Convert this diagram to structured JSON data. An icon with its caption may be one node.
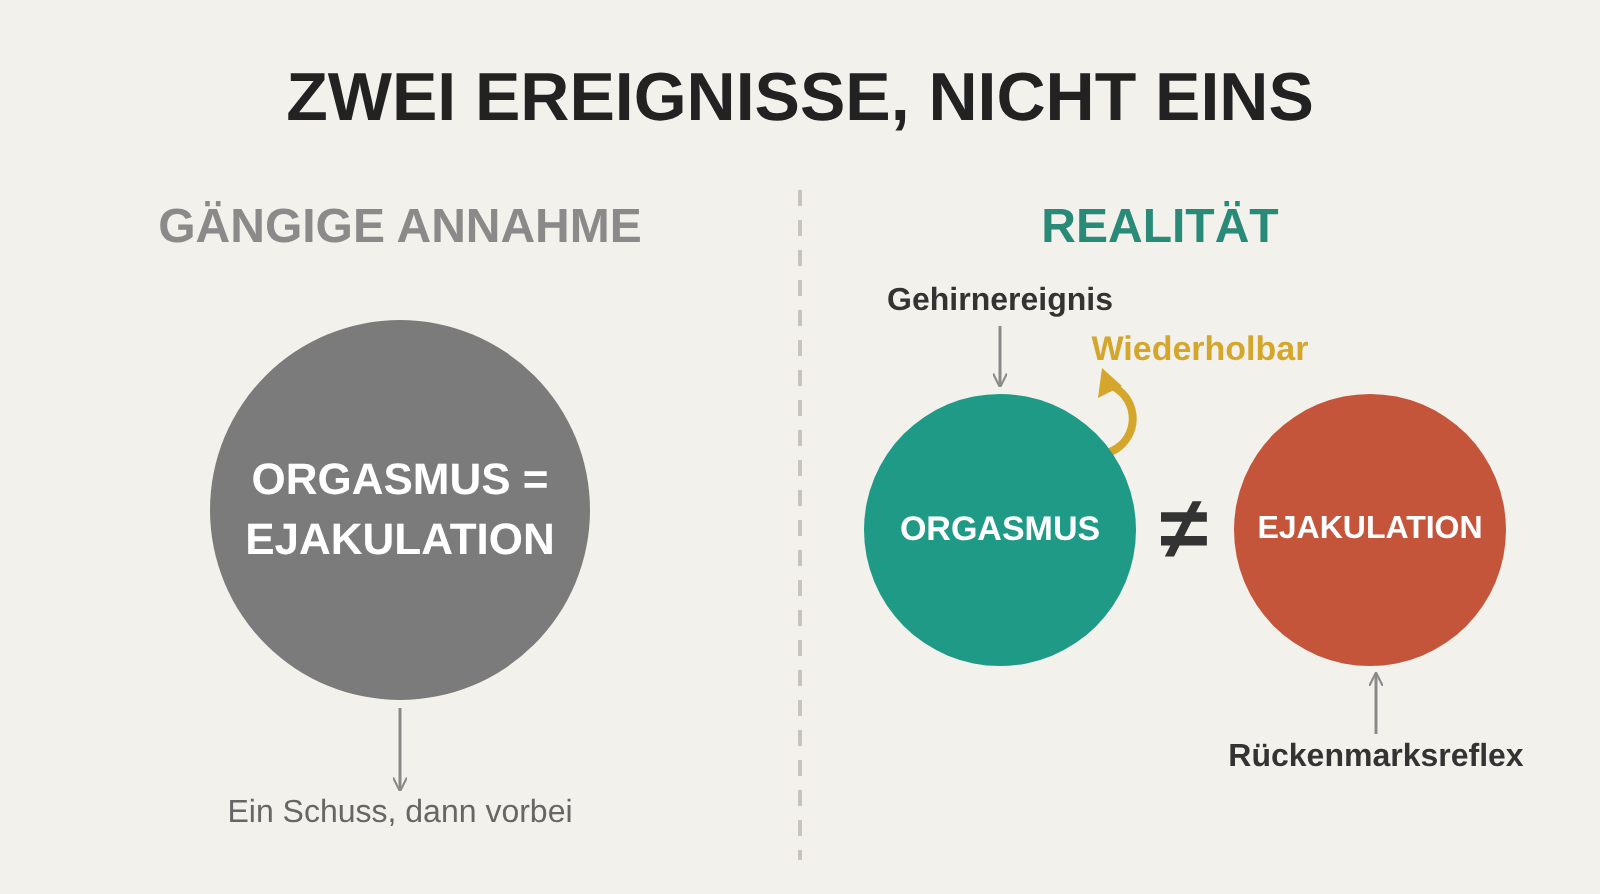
{
  "diagram": {
    "title": "ZWEI EREIGNISSE, NICHT EINS",
    "nodes": [
      {
        "text": [
          "ORGASMUS = EJAKULATION"
        ]
      },
      {
        "text": [
          "Ein Schuss, dann vorbei"
        ]
      },
      {
        "text": [
          "Gehirnereignis"
        ]
      },
      {
        "text": [
          "ORGASMUS"
        ],
        "beside": [
          "Wiederholbar"
        ]
      },
      {
        "text": [
          "EJAKULATION"
        ]
      },
      {
        "text": [
          "Rückenmarksreflex"
        ]
      }
    ],
    "edges": [
      {
        "from": 0,
        "to": 1,
        "arrow": "to"
      },
      {
        "from": 2,
        "to": 3,
        "arrow": "to"
      },
      {
        "from": 5,
        "to": 4,
        "arrow": "to"
      }
    ],
    "labels": [
      "GÄNGIGE ANNAHME",
      "REALITÄT",
      "≠"
    ]
  }
}
